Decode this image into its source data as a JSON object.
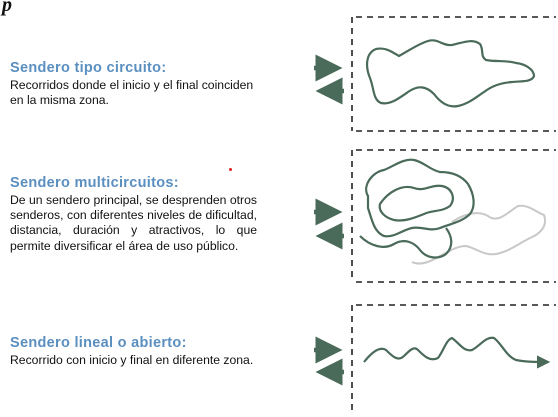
{
  "corner_glyph": "p",
  "colors": {
    "heading": "#5a8fc0",
    "trail": "#4a6a5a",
    "trail_faded": "#c8c8c8",
    "arrow": "#4a6a5a",
    "frame": "#222222"
  },
  "sections": [
    {
      "title": "Sendero tipo circuito:",
      "description": "Recorridos donde el inicio y el final coinciden en la misma zona."
    },
    {
      "title": "Sendero multicircuitos:",
      "description": "De un sendero principal, se desprenden otros senderos, con diferentes niveles de dificultad, distancia, duración y atractivos, lo que permite diversificar el área de uso público."
    },
    {
      "title": "Sendero lineal o abierto:",
      "description": "Recorrido con inicio y final en diferente zona."
    }
  ]
}
